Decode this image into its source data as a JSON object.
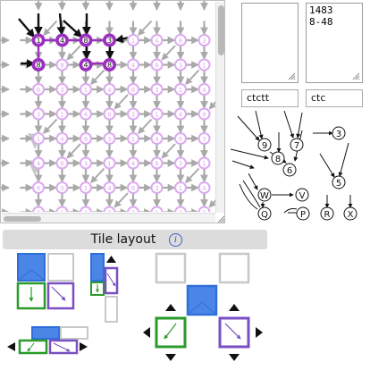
{
  "panels": {
    "top_right_text": "1483\n8-48",
    "field_left": "ctctt",
    "field_right": "ctc"
  },
  "grid": {
    "highlight_labels": [
      "1",
      "4",
      "8",
      "3",
      "8",
      "4",
      "8"
    ],
    "node_label_cycle": [
      "1",
      "4",
      "8",
      "3"
    ],
    "colors": {
      "active": "#9b2fc0",
      "inactive": "#dcaaf0",
      "arrow_active": "#111111",
      "arrow_inactive": "#a9a9a9",
      "shadow": "#c9c9c9"
    }
  },
  "diagram": {
    "nodes": [
      "9",
      "7",
      "3",
      "8",
      "6",
      "5",
      "W",
      "V",
      "Q",
      "P",
      "R",
      "X"
    ]
  },
  "tile_layout": {
    "title": "Tile layout",
    "info_icon": "i",
    "colors": {
      "blue": "#4b86e6",
      "blue_border": "#2f6fdc",
      "green": "#2a9a2a",
      "purple": "#7a4fc4",
      "gray": "#c8c8c8"
    }
  }
}
